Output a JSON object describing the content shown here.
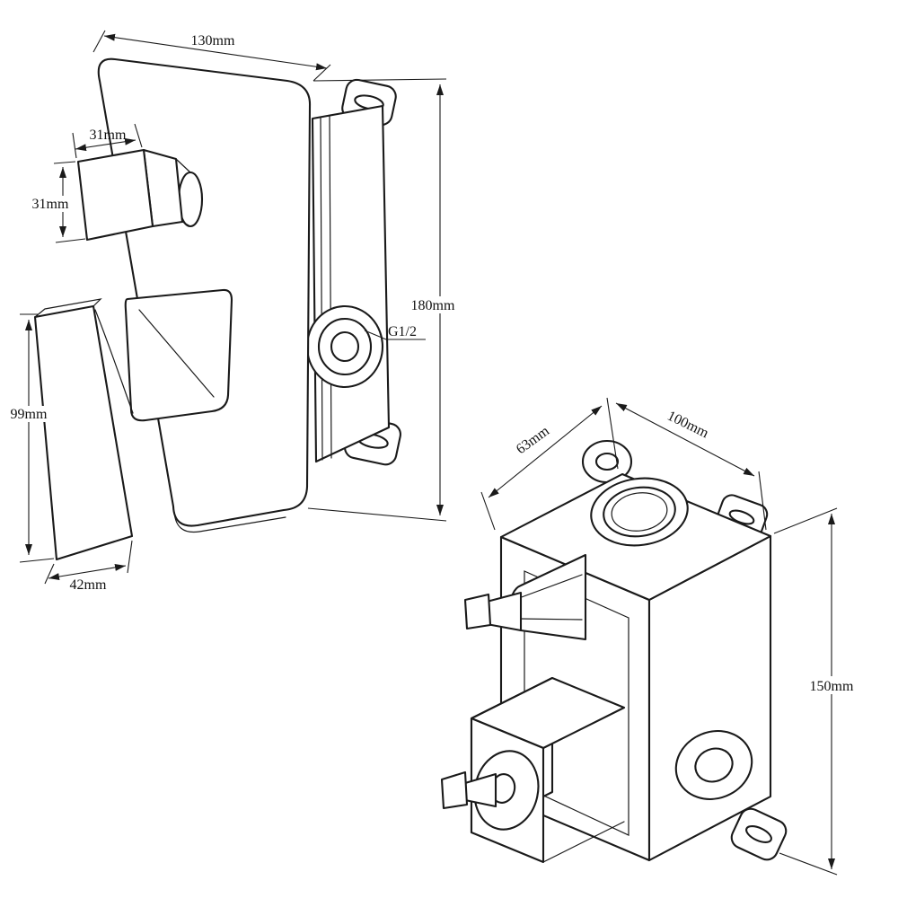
{
  "drawing": {
    "background": "#ffffff",
    "line_color": "#1a1a1a",
    "views": {
      "front": {
        "dims": {
          "plate_width": "130mm",
          "knob_width": "31mm",
          "knob_depth": "31mm",
          "plate_height": "180mm",
          "outlet_thread": "G1/2",
          "handle_length": "99mm",
          "handle_width": "42mm"
        }
      },
      "iso": {
        "dims": {
          "body_depth": "63mm",
          "body_width": "100mm",
          "body_height": "150mm"
        }
      }
    }
  }
}
